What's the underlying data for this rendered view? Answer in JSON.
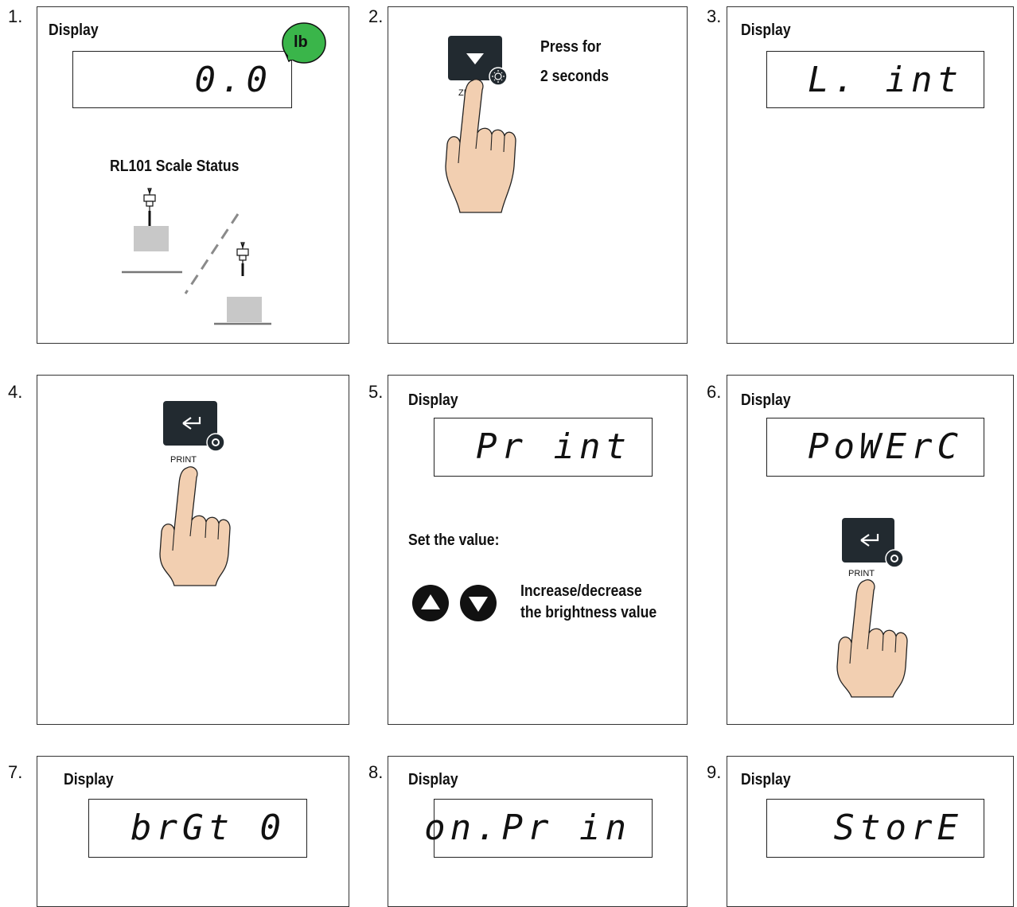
{
  "steps": [
    {
      "num": "1.",
      "display_label": "Display",
      "lcd": "0.0",
      "unit_badge": "lb",
      "status_title": "RL101 Scale Status"
    },
    {
      "num": "2.",
      "button_label": "ZERO",
      "instruction_line1": "Press for",
      "instruction_line2": "2 seconds",
      "button_icon": "arrow-down-icon"
    },
    {
      "num": "3.",
      "display_label": "Display",
      "lcd": "L. int"
    },
    {
      "num": "4.",
      "button_label": "PRINT",
      "button_icon": "enter-arrow-icon"
    },
    {
      "num": "5.",
      "display_label": "Display",
      "lcd": "Pr int",
      "set_value": "Set the value:",
      "hint_line1": "Increase/decrease",
      "hint_line2": "the brightness value"
    },
    {
      "num": "6.",
      "display_label": "Display",
      "lcd": "PoWErC",
      "button_label": "PRINT"
    },
    {
      "num": "7.",
      "display_label": "Display",
      "lcd": "brGt 0"
    },
    {
      "num": "8.",
      "display_label": "Display",
      "lcd": "on.Pr in"
    },
    {
      "num": "9.",
      "display_label": "Display",
      "lcd": "StorE"
    }
  ],
  "colors": {
    "badge": "#3ab54a",
    "key": "#222a30",
    "hand": "#f2cfb1",
    "scale_gray": "#c8c8c8"
  }
}
